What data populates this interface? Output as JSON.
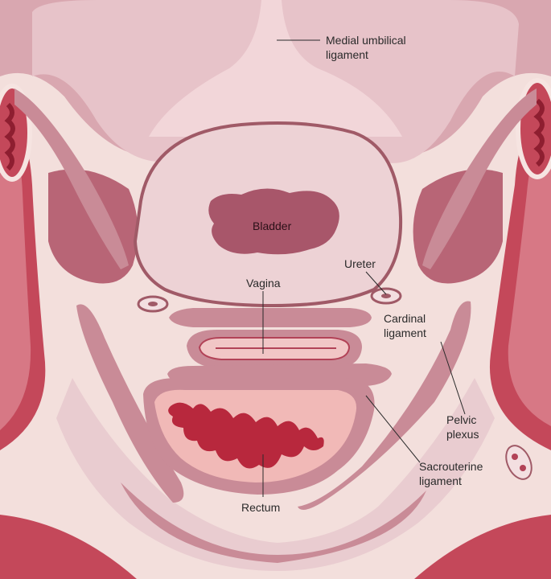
{
  "labels": {
    "medial_umbilical_ligament_line1": "Medial umbilical",
    "medial_umbilical_ligament_line2": "ligament",
    "bladder": "Bladder",
    "ureter": "Ureter",
    "vagina": "Vagina",
    "cardinal_ligament_line1": "Cardinal",
    "cardinal_ligament_line2": "ligament",
    "pelvic_plexus_line1": "Pelvic",
    "pelvic_plexus_line2": "plexus",
    "sacrouterine_ligament_line1": "Sacrouterine",
    "sacrouterine_ligament_line2": "ligament",
    "rectum": "Rectum"
  },
  "colors": {
    "background": "#f3dfdc",
    "fascia": "#f6e4e1",
    "muscle_dark": "#c4485a",
    "muscle_mid": "#cf7b87",
    "tissue": "#c98b97",
    "tissue_dark": "#a8566a",
    "bladder_fill": "#e9c9cd",
    "bladder_lumen": "#a8566a",
    "rectum_mucosa": "#b8283d",
    "rectum_wall": "#f1b9b7",
    "outline": "#7a3a48"
  }
}
